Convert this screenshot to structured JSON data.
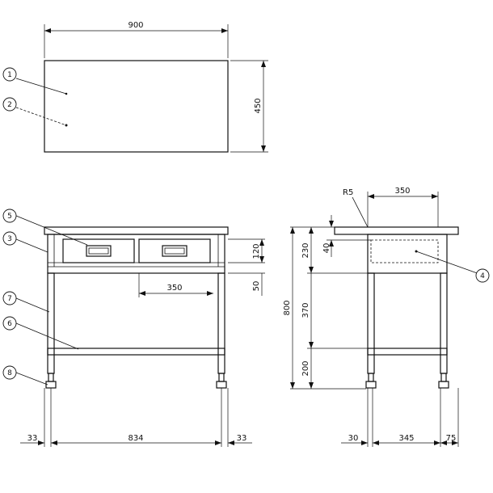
{
  "dimensions": {
    "top_width": "900",
    "top_depth": "450",
    "drawer_width_top": "350",
    "radius": "R5",
    "drawer_height": "120",
    "apron_below": "50",
    "drawer_front_width": "350",
    "side_drawer_depth": "40",
    "side_upper": "230",
    "side_middle": "370",
    "side_lower": "200",
    "total_height": "800",
    "front_left_offset": "33",
    "front_span": "834",
    "front_right_offset": "33",
    "side_left_offset": "30",
    "side_span": "345",
    "side_right_offset": "75"
  },
  "callouts": [
    "1",
    "2",
    "3",
    "4",
    "5",
    "6",
    "7",
    "8"
  ]
}
